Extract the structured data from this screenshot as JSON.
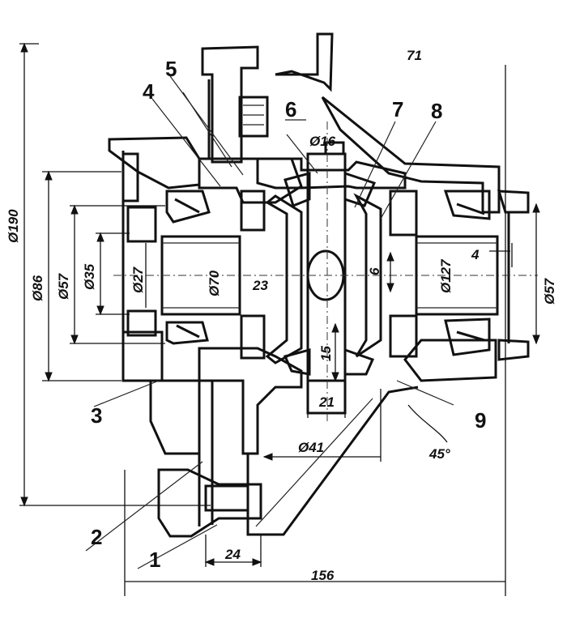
{
  "part_labels": {
    "p1": "1",
    "p2": "2",
    "p3": "3",
    "p4": "4",
    "p5": "5",
    "p6": "6",
    "p7": "7",
    "p8": "8",
    "p9": "9"
  },
  "dimensions": {
    "d190": "Ø190",
    "d86": "Ø86",
    "d57_left": "Ø57",
    "d35": "Ø35",
    "d27": "Ø27",
    "d70": "Ø70",
    "d23": "23",
    "d16": "Ø16",
    "d6": "6",
    "d127": "Ø127",
    "d4": "4",
    "d57_right": "Ø57",
    "d15": "15",
    "d21": "21",
    "d41": "Ø41",
    "d45deg": "45°",
    "d24": "24",
    "d156": "156",
    "d71": "71"
  }
}
